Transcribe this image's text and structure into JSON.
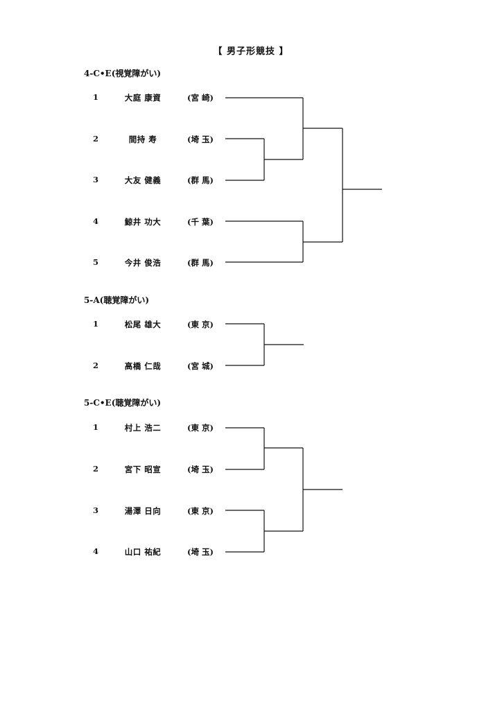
{
  "title": "【 男子形競技 】",
  "sections": [
    {
      "heading": "4-C•E(視覚障がい)",
      "entries": [
        {
          "seed": "1",
          "name": "大庭  康資",
          "pref": "(宮 崎)"
        },
        {
          "seed": "2",
          "name": "間持  寿",
          "pref": "(埼 玉)"
        },
        {
          "seed": "3",
          "name": "大友  健義",
          "pref": "(群 馬)"
        },
        {
          "seed": "4",
          "name": "鯨井  功大",
          "pref": "(千 葉)"
        },
        {
          "seed": "5",
          "name": "今井  俊浩",
          "pref": "(群 馬)"
        }
      ]
    },
    {
      "heading": "5-A(聴覚障がい)",
      "entries": [
        {
          "seed": "1",
          "name": "松尾  雄大",
          "pref": "(東 京)"
        },
        {
          "seed": "2",
          "name": "高橋  仁哉",
          "pref": "(宮 城)"
        }
      ]
    },
    {
      "heading": "5-C•E(聴覚障がい)",
      "entries": [
        {
          "seed": "1",
          "name": "村上  浩二",
          "pref": "(東 京)"
        },
        {
          "seed": "2",
          "name": "宮下  昭宣",
          "pref": "(埼 玉)"
        },
        {
          "seed": "3",
          "name": "湯澤  日向",
          "pref": "(東 京)"
        },
        {
          "seed": "4",
          "name": "山口  祐紀",
          "pref": "(埼 玉)"
        }
      ]
    }
  ]
}
